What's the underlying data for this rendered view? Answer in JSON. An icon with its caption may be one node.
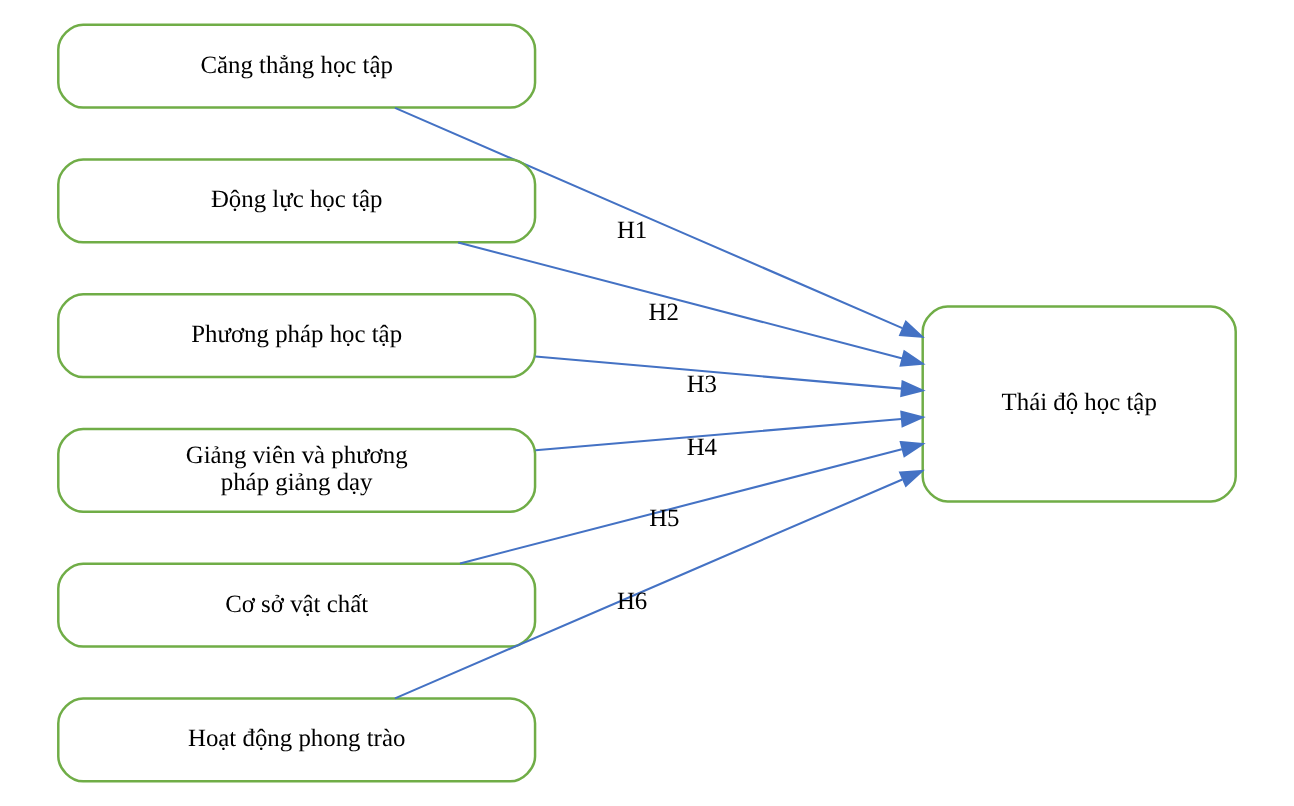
{
  "diagram": {
    "nodes": [
      {
        "text": [
          "Căng thẳng học tập"
        ]
      },
      {
        "text": [
          "Động lực học tập"
        ]
      },
      {
        "text": [
          "Phương pháp học tập"
        ]
      },
      {
        "text": [
          "Giảng viên và phương pháp giảng dạy"
        ]
      },
      {
        "text": [
          "Cơ sở vật chất"
        ]
      },
      {
        "text": [
          "Hoạt động phong trào"
        ]
      },
      {
        "text": [
          "Thái độ học tập"
        ]
      }
    ],
    "edges": [
      {
        "from": 0,
        "to": 6,
        "arrow": "to",
        "label": "H1"
      },
      {
        "from": 1,
        "to": 6,
        "arrow": "to",
        "label": "H2"
      },
      {
        "from": 2,
        "to": 6,
        "arrow": "to",
        "label": "H3"
      },
      {
        "from": 3,
        "to": 6,
        "arrow": "to",
        "label": "H4"
      },
      {
        "from": 4,
        "to": 6,
        "arrow": "to",
        "label": "H5"
      },
      {
        "from": 5,
        "to": 6,
        "arrow": "to",
        "label": "H6"
      }
    ]
  }
}
